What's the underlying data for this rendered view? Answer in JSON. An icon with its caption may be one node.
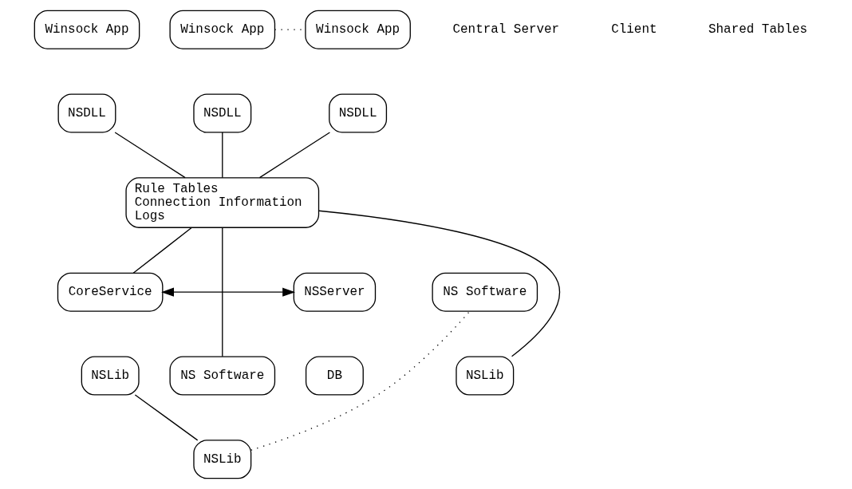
{
  "diagram": {
    "nodes": [
      {
        "text": [
          "Winsock App"
        ]
      },
      {
        "text": [
          "NSDLL"
        ]
      },
      {
        "text": [
          "Winsock App"
        ]
      },
      {
        "text": [
          "NSDLL"
        ]
      },
      {
        "text": [
          "Winsock App"
        ]
      },
      {
        "text": [
          "NSDLL"
        ]
      },
      {
        "text": [
          "Rule Tables",
          "Connection Information",
          "Logs"
        ]
      },
      {
        "text": [
          "NS Software"
        ]
      },
      {
        "text": [
          "NSLib"
        ]
      },
      {
        "text": [
          "NSServer"
        ]
      },
      {
        "text": [
          "DB"
        ]
      },
      {
        "text": [
          "CoreService"
        ]
      },
      {
        "text": [
          "NSLib"
        ]
      },
      {
        "text": [
          "NS Software"
        ]
      },
      {
        "text": [
          "NSLib"
        ]
      }
    ],
    "edges": [
      {
        "from": 1,
        "to": 6,
        "arrow": "none"
      },
      {
        "from": 3,
        "to": 6,
        "arrow": "none"
      },
      {
        "from": 5,
        "to": 6,
        "arrow": "none"
      },
      {
        "from": 2,
        "to": 4,
        "arrow": "none",
        "style": "dashed"
      },
      {
        "from": 6,
        "to": 11,
        "arrow": "none"
      },
      {
        "from": 6,
        "to": 7,
        "arrow": "none"
      },
      {
        "from": 6,
        "to": 14,
        "arrow": "none"
      },
      {
        "from": 12,
        "to": 8,
        "arrow": "none"
      },
      {
        "from": 8,
        "to": 13,
        "arrow": "none",
        "style": "dashed"
      },
      {
        "from": 9,
        "to": 11,
        "arrow": "both"
      }
    ],
    "labels": [
      "Central Server",
      "Client",
      "Shared Tables"
    ]
  }
}
